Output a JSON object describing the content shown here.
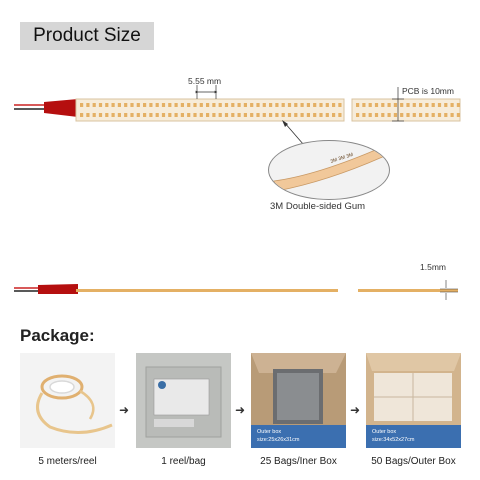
{
  "title": "Product Size",
  "dimensions": {
    "led_pitch": "5.55 mm",
    "pcb_width": "PCB is 10mm",
    "thickness": "1.5mm"
  },
  "gum_label": "3M Double-sided Gum",
  "package": {
    "heading": "Package:",
    "items": [
      {
        "caption": "5 meters/reel",
        "box_note": "",
        "box_size": ""
      },
      {
        "caption": "1 reel/bag",
        "box_note": "",
        "box_size": ""
      },
      {
        "caption": "25 Bags/Iner Box",
        "box_note": "Outer box",
        "box_size": "size:25x26x31cm"
      },
      {
        "caption": "50 Bags/Outer Box",
        "box_note": "Outer box",
        "box_size": "size:34x52x27cm"
      }
    ]
  },
  "colors": {
    "strip": "#f7ecd9",
    "led": "#e4b064",
    "wire_red": "#cc2222",
    "wire_black": "#222222",
    "title_bg": "#d6d6d6"
  }
}
